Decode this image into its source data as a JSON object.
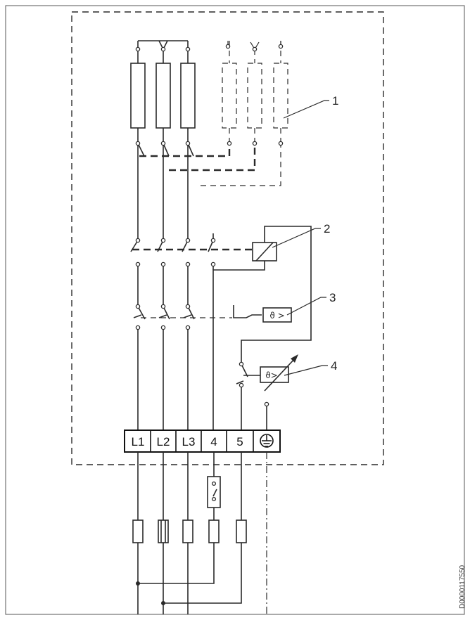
{
  "callouts": [
    "1",
    "2",
    "3",
    "4"
  ],
  "terminals": [
    "L1",
    "L2",
    "L3",
    "4",
    "5"
  ],
  "thermo_symbol": "ϑ >",
  "thermo_symbol_compact": "ϑ>",
  "doc_id": "D0000117550"
}
